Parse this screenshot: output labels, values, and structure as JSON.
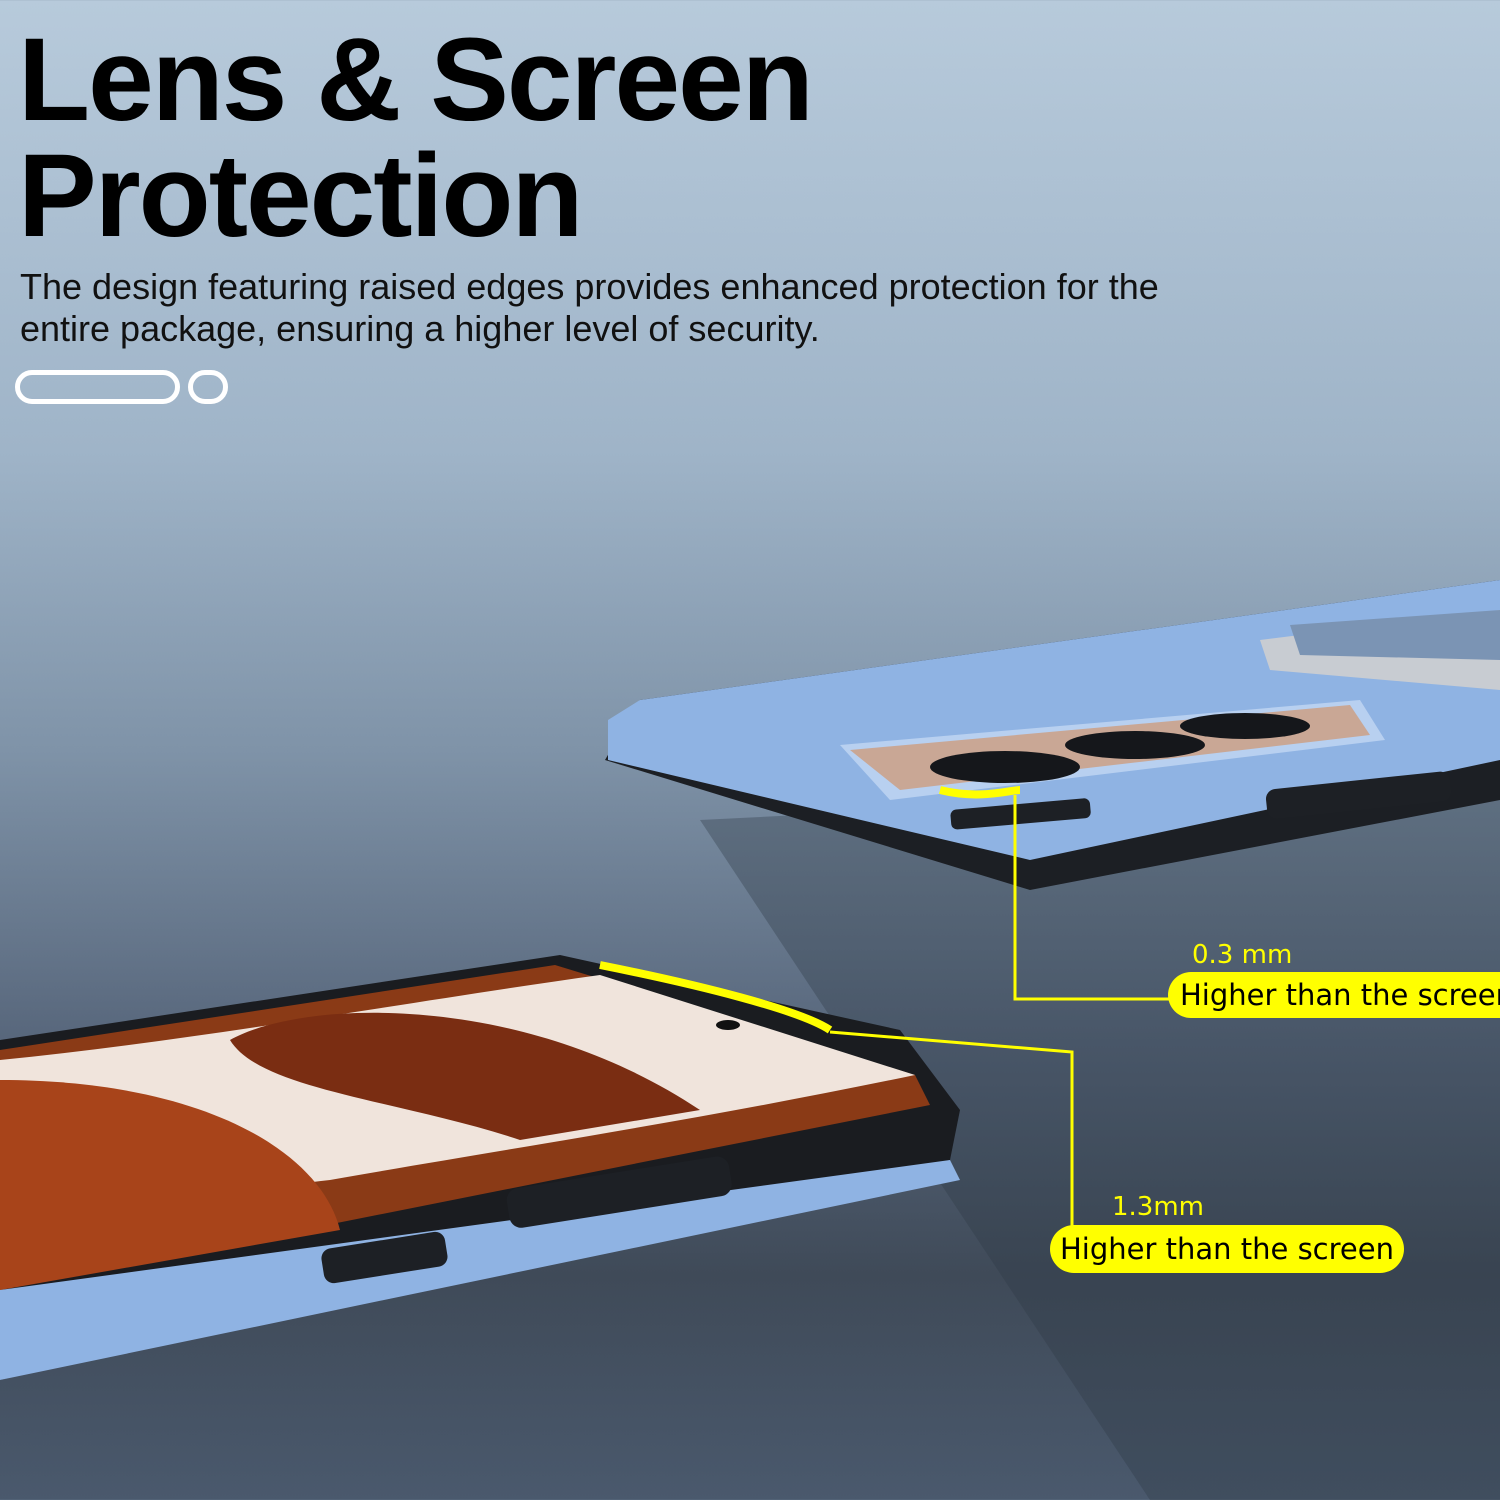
{
  "header": {
    "title_line1": "Lens & Screen",
    "title_line2": "Protection",
    "description": "The design featuring raised edges provides enhanced protection for the entire package, ensuring a higher level of security."
  },
  "callouts": [
    {
      "measure": "0.3 mm",
      "label": "Higher than the screen"
    },
    {
      "measure": "1.3mm",
      "label": "Higher than the screen"
    }
  ],
  "colors": {
    "accent": "#ffff00",
    "case_blue": "#8fb2e0",
    "text": "#000000"
  }
}
